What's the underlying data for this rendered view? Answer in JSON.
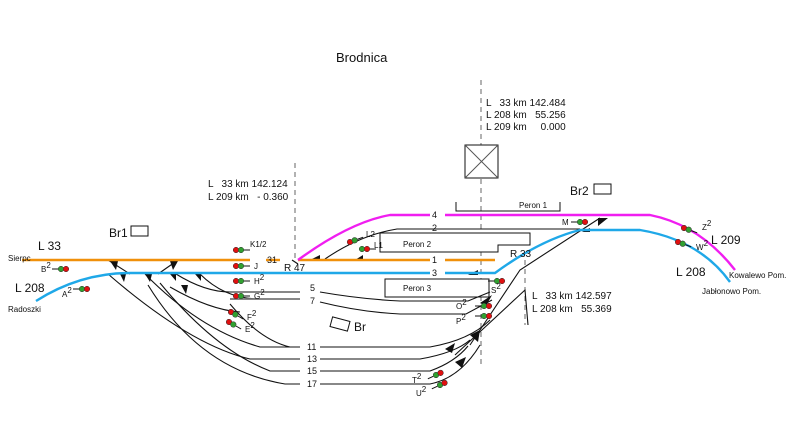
{
  "title": "Brodnica",
  "colors": {
    "line_33": "#f0900a",
    "line_208": "#1fa8e8",
    "line_209": "#f01ef0",
    "signal_red": "#e01010",
    "signal_green": "#30a030",
    "track": "#111111",
    "platform_track": "#777777"
  },
  "lines": {
    "l33": "L 33",
    "l208_west": "L 208",
    "l209": "L 209",
    "l208_east": "L 208"
  },
  "destinations": {
    "sierpc": "Sierpc",
    "radoszki": "Radoszki",
    "kowalewo": "Kowalewo Pom.",
    "jablonowo": "Jabłonowo Pom."
  },
  "boxes": {
    "br1": "Br1",
    "br2": "Br2",
    "br": "Br"
  },
  "platforms": {
    "p1": "Peron 1",
    "p2": "Peron 2",
    "p3": "Peron 3"
  },
  "km_markers": {
    "west": [
      "L   33 km 142.124",
      "L 209 km   - 0.360"
    ],
    "center": [
      "L   33 km 142.484",
      "L 208 km   55.256",
      "L 209 km     0.000"
    ],
    "east": [
      "L   33 km 142.597",
      "L 208 km   55.369"
    ]
  },
  "junctions": {
    "r47": "R 47",
    "r33": "R 33"
  },
  "tracks": {
    "t4": "4",
    "t2": "2",
    "t1": "1",
    "t3": "3",
    "t31": "31",
    "t5": "5",
    "t7": "7",
    "t11": "11",
    "t13": "13",
    "t15": "15",
    "t17": "17"
  },
  "signals": {
    "A": {
      "letter": "A",
      "sup": "2"
    },
    "B": {
      "letter": "B",
      "sup": "2"
    },
    "K": {
      "letter": "K1/2",
      "sup": ""
    },
    "J": {
      "letter": "J",
      "sup": ""
    },
    "H": {
      "letter": "H",
      "sup": "2"
    },
    "G": {
      "letter": "G",
      "sup": "2"
    },
    "F": {
      "letter": "F",
      "sup": "2"
    },
    "E": {
      "letter": "E",
      "sup": "2"
    },
    "L2": {
      "letter": "L2",
      "sup": ""
    },
    "L1": {
      "letter": "L1",
      "sup": ""
    },
    "M": {
      "letter": "M",
      "sup": ""
    },
    "S": {
      "letter": "S",
      "sup": "2"
    },
    "O": {
      "letter": "O",
      "sup": "2"
    },
    "P": {
      "letter": "P",
      "sup": "2"
    },
    "T": {
      "letter": "T",
      "sup": "2"
    },
    "U": {
      "letter": "U",
      "sup": "2"
    },
    "Z": {
      "letter": "Z",
      "sup": "2"
    },
    "W": {
      "letter": "W",
      "sup": "2"
    }
  }
}
